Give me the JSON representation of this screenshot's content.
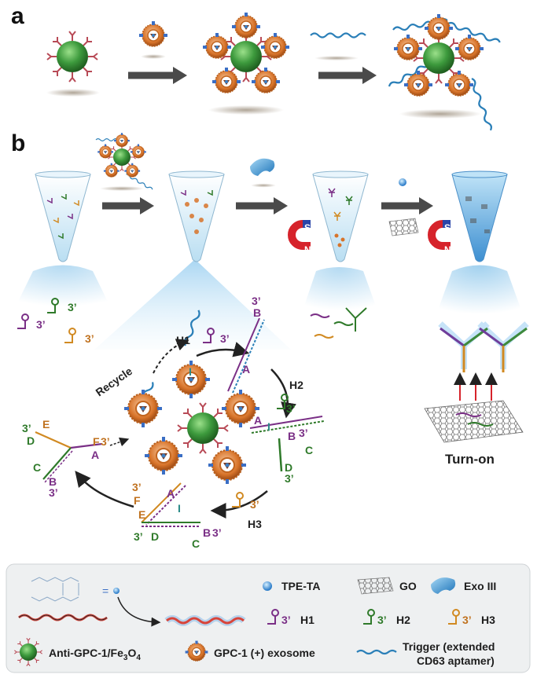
{
  "panels": {
    "a": {
      "letter": "a"
    },
    "b": {
      "letter": "b",
      "labels": {
        "h1": "H1",
        "h2": "H2",
        "h3": "H3",
        "recycle": "Recycle",
        "turn_on": "Turn-on",
        "prime3": "3’",
        "A": "A",
        "B": "B",
        "C": "C",
        "D": "D",
        "E": "E",
        "F": "F",
        "I": "I",
        "magnet_s": "S",
        "magnet_n": "N"
      }
    }
  },
  "legend": {
    "tpe_ta": "TPE-TA",
    "go": "GO",
    "exo": "Exo III",
    "h1": "H1",
    "h2": "H2",
    "h3": "H3",
    "prime3": "3’",
    "anti_gpc1_prefix": "Anti-GPC-1/Fe",
    "anti_gpc1_sub1": "3",
    "anti_gpc1_mid": "O",
    "anti_gpc1_sub2": "4",
    "exosome": "GPC-1 (+) exosome",
    "trigger_line1": "Trigger (extended",
    "trigger_line2": "CD63 aptamer)"
  },
  "colors": {
    "green_bead": "#3d9a3d",
    "exosome_orange": "#d8742a",
    "arrow": "#4a4a4a",
    "tube_blue": "#7ec3e6",
    "h1": "#7a2f86",
    "h2": "#2f7a2a",
    "h3": "#d18a22",
    "trigger": "#2a7fb8",
    "legend_bg": "#eef0f1"
  }
}
